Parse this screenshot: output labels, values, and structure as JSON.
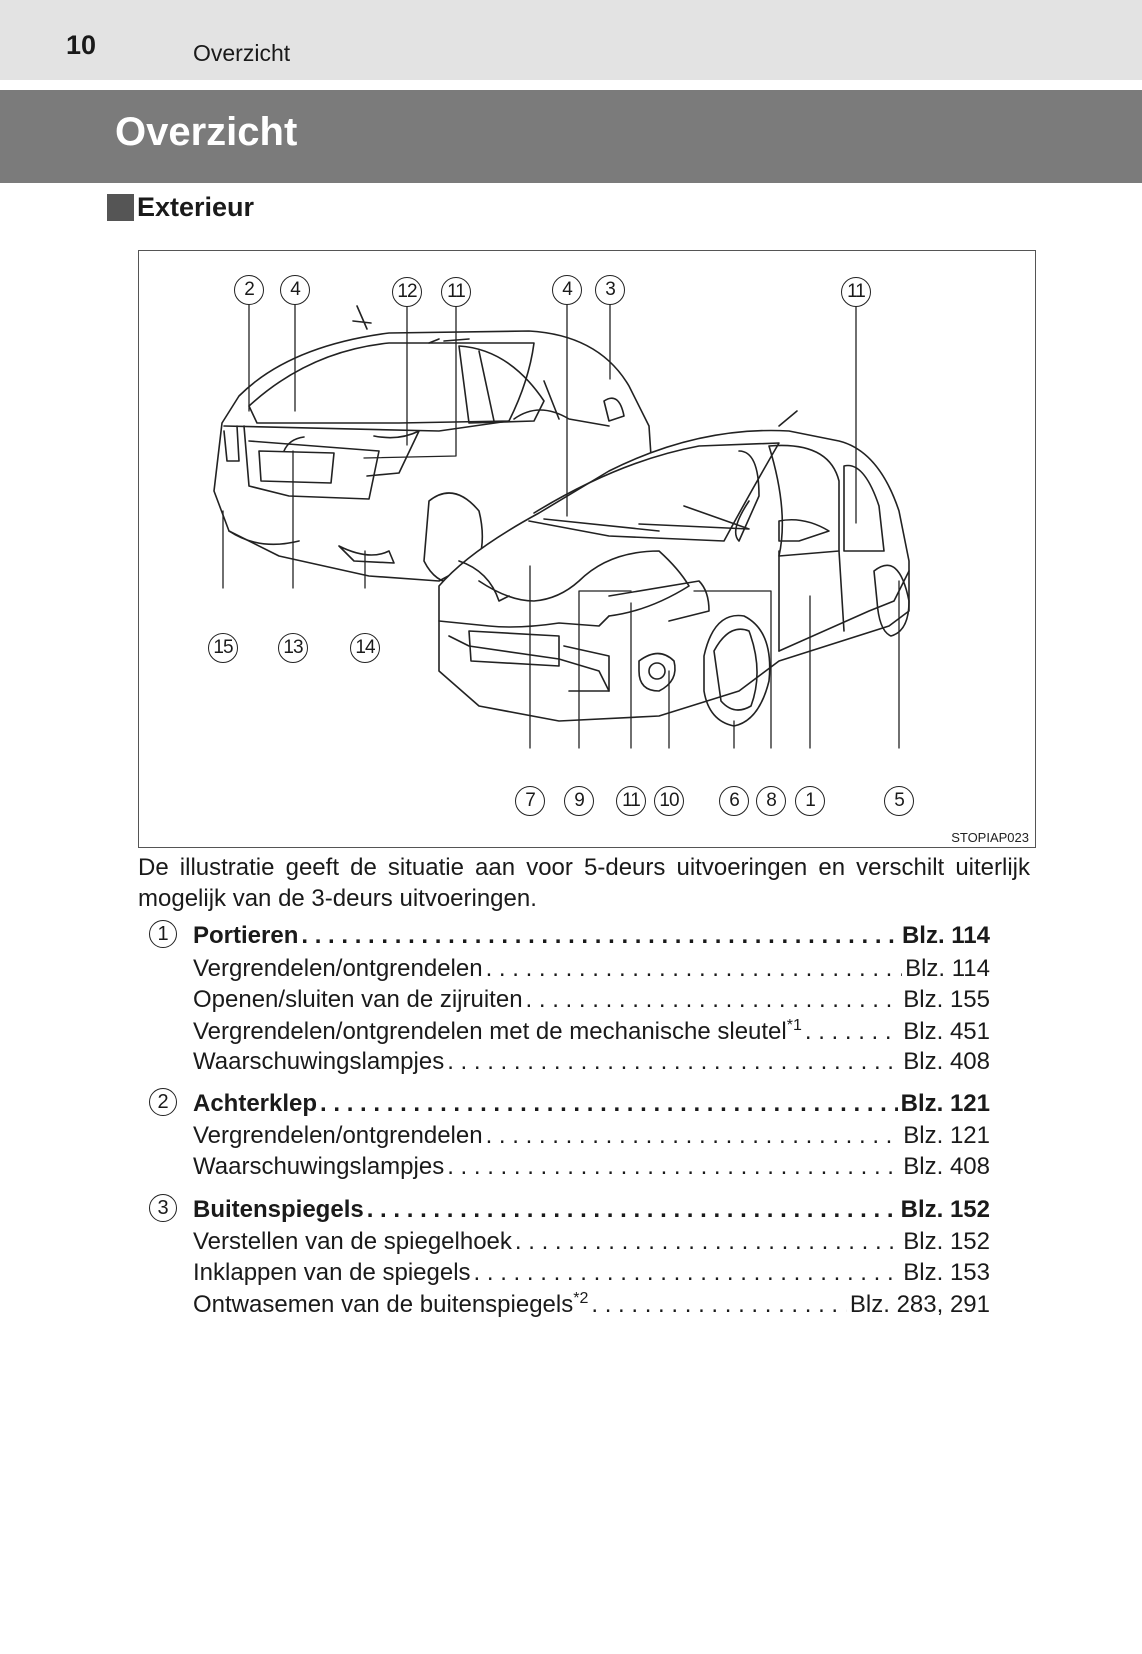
{
  "header": {
    "page_number": "10",
    "running_head": "Overzicht"
  },
  "title": "Overzicht",
  "section": "Exterieur",
  "figure": {
    "code": "STOPIAP023",
    "callouts": [
      "2",
      "4",
      "12",
      "11",
      "4",
      "3",
      "11",
      "15",
      "13",
      "14",
      "7",
      "9",
      "11",
      "10",
      "6",
      "8",
      "1",
      "5"
    ]
  },
  "caption": "De illustratie geeft de situatie aan voor 5-deurs uitvoeringen en verschilt uiterlijk mogelijk van de 3-deurs uitvoeringen.",
  "entries": [
    {
      "num": "1",
      "title": "Portieren",
      "ref": "Blz. 114",
      "subs": [
        {
          "label": "Vergrendelen/ontgrendelen",
          "note": "",
          "ref": "Blz. 114"
        },
        {
          "label": "Openen/sluiten van de zijruiten",
          "note": "",
          "ref": "Blz. 155"
        },
        {
          "label": "Vergrendelen/ontgrendelen met de mechanische sleutel",
          "note": "*1",
          "ref": "Blz. 451"
        },
        {
          "label": "Waarschuwingslampjes",
          "note": "",
          "ref": "Blz. 408"
        }
      ]
    },
    {
      "num": "2",
      "title": "Achterklep",
      "ref": "Blz. 121",
      "subs": [
        {
          "label": "Vergrendelen/ontgrendelen",
          "note": "",
          "ref": "Blz. 121"
        },
        {
          "label": "Waarschuwingslampjes",
          "note": "",
          "ref": "Blz. 408"
        }
      ]
    },
    {
      "num": "3",
      "title": "Buitenspiegels",
      "ref": "Blz. 152",
      "subs": [
        {
          "label": "Verstellen van de spiegelhoek",
          "note": "",
          "ref": "Blz. 152"
        },
        {
          "label": "Inklappen van de spiegels",
          "note": "",
          "ref": "Blz. 153"
        },
        {
          "label": "Ontwasemen van de buitenspiegels",
          "note": "*2",
          "ref": "Blz. 283, 291"
        }
      ]
    }
  ]
}
